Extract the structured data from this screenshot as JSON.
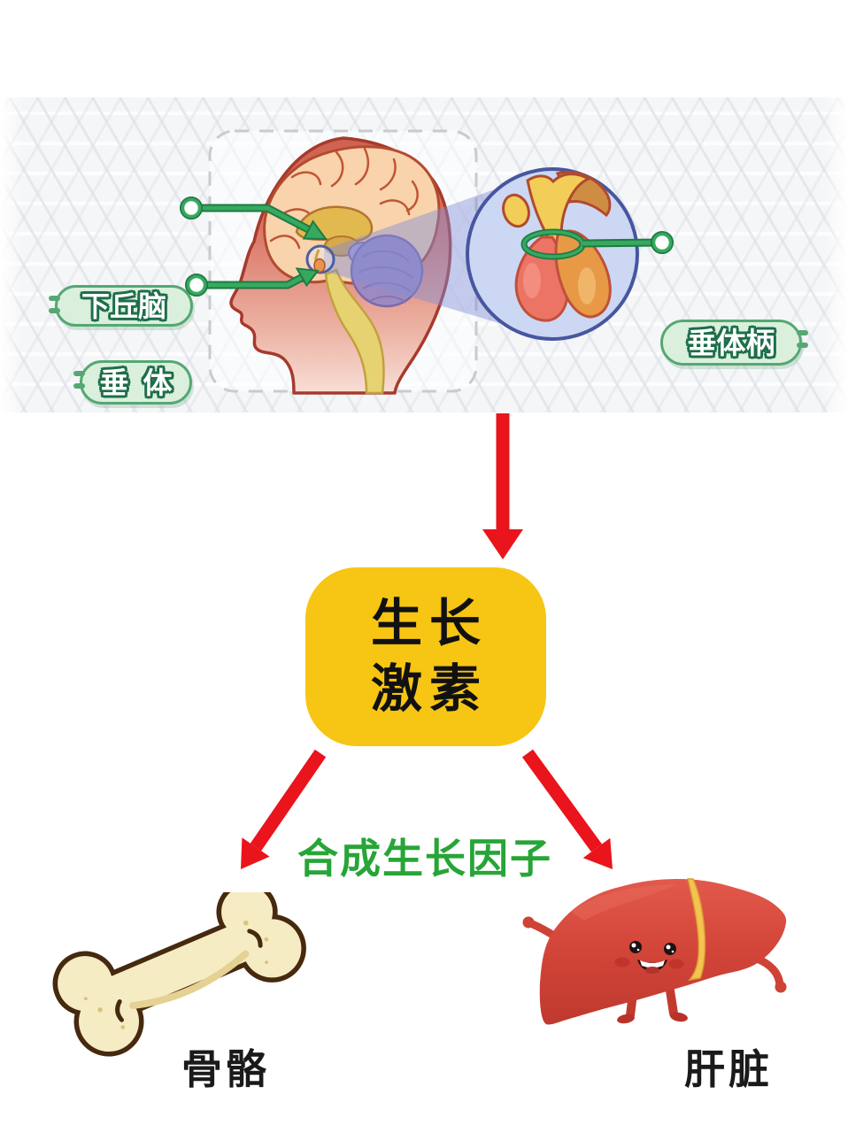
{
  "anatomy": {
    "hypothalamus": "下丘脑",
    "pituitary": "垂体",
    "pituitary_stalk": "垂体柄"
  },
  "flow": {
    "hormone_box": {
      "line1": "生长",
      "line2": "激素",
      "bg_color": "#F7C513"
    },
    "process_label": {
      "text": "合成生长因子",
      "color": "#27A537"
    },
    "arrow_color": "#EA141C",
    "label_pill_colors": {
      "fill": "#DAF0DC",
      "border": "#55A873",
      "text_outline": "#1D6E49"
    }
  },
  "targets": {
    "bone_label": "骨骼",
    "liver_label": "肝脏"
  }
}
